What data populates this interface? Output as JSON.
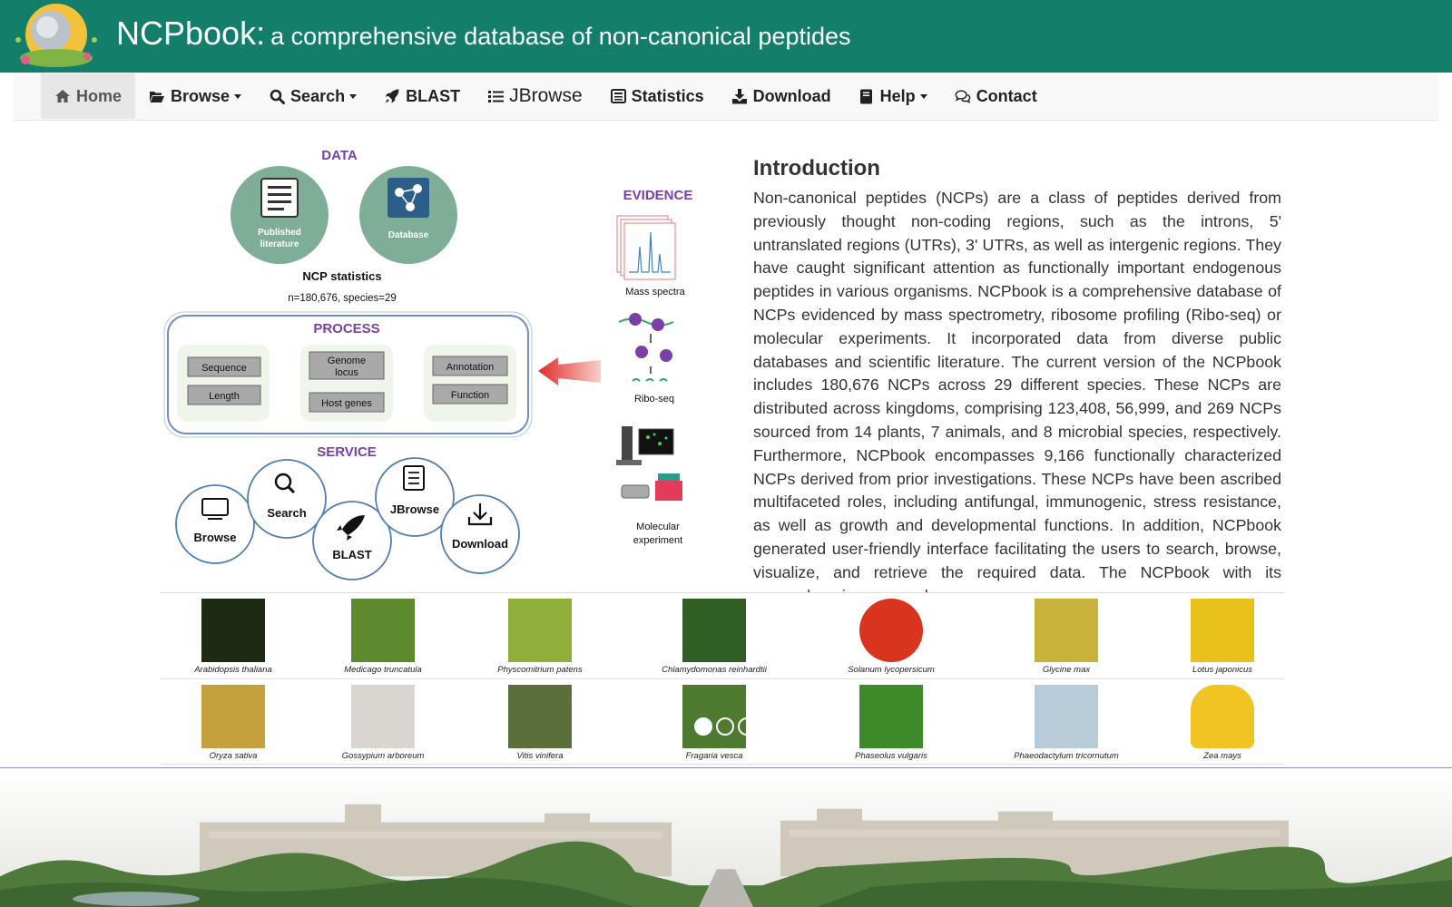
{
  "header": {
    "brand": "NCPbook:",
    "tagline": "a comprehensive database of non-canonical peptides"
  },
  "nav": {
    "items": [
      {
        "label": "Home",
        "icon": "home-icon",
        "active": true,
        "dropdown": false
      },
      {
        "label": "Browse",
        "icon": "folder-open-icon",
        "dropdown": true
      },
      {
        "label": "Search",
        "icon": "search-icon",
        "dropdown": true
      },
      {
        "label": "BLAST",
        "icon": "rocket-icon",
        "dropdown": false
      },
      {
        "label": "JBrowse",
        "icon": "list-icon",
        "dropdown": false
      },
      {
        "label": "Statistics",
        "icon": "newspaper-icon",
        "dropdown": false
      },
      {
        "label": "Download",
        "icon": "download-icon",
        "dropdown": false
      },
      {
        "label": "Help",
        "icon": "book-icon",
        "dropdown": true
      },
      {
        "label": "Contact",
        "icon": "comments-icon",
        "dropdown": false
      }
    ]
  },
  "figure": {
    "data_title": "DATA",
    "published": [
      "Published",
      "literature"
    ],
    "database": "Database",
    "stats_title": "NCP statistics",
    "stats_value": "n=180,676, species=29",
    "process_title": "PROCESS",
    "process_boxes": [
      "Sequence",
      "Length",
      "Genome",
      "locus",
      "Host genes",
      "Annotation",
      "Function"
    ],
    "evidence_title": "EVIDENCE",
    "mass_spectra": "Mass spectra",
    "ribo_seq": "Ribo-seq",
    "molecular": [
      "Molecular",
      "experiment"
    ],
    "service_title": "SERVICE",
    "services": [
      "Browse",
      "Search",
      "BLAST",
      "JBrowse",
      "Download"
    ]
  },
  "intro": {
    "title": "Introduction",
    "text": "Non-canonical peptides (NCPs) are a class of peptides derived from previously thought non-coding regions, such as the introns, 5' untranslated regions (UTRs), 3' UTRs, as well as intergenic regions. They have caught significant attention as functionally important endogenous peptides in various organisms. NCPbook is a comprehensive database of NCPs evidenced by mass spectrometry, ribosome profiling (Ribo-seq) or molecular experiments. It incorporated data from diverse public databases and scientific literature. The current version of the NCPbook includes 180,676 NCPs across 29 different species. These NCPs are distributed across kingdoms, comprising 123,408, 56,999, and 269 NCPs sourced from 14 plants, 7 animals, and 8 microbial species, respectively. Furthermore, NCPbook encompasses 9,166 functionally characterized NCPs derived from prior investigations. These NCPs have been ascribed multifaceted roles, including antifungal, immunogenic, stress resistance, as well as growth and developmental functions. In addition, NCPbook generated user-friendly interface facilitating the users to search, browse, visualize, and retrieve the required data. The NCPbook with its comprehensiveness and user-"
  },
  "species": {
    "row1": [
      {
        "name": "Arabidopsis thaliana",
        "color": "#1d2b14"
      },
      {
        "name": "Medicago truncatula",
        "color": "#5d8a2e"
      },
      {
        "name": "Physcomitrium patens",
        "color": "#8fae3a"
      },
      {
        "name": "Chlamydomonas reinhardtii",
        "color": "#2f5f25"
      },
      {
        "name": "Solanum lycopersicum",
        "color": "#d8341e"
      },
      {
        "name": "Glycine max",
        "color": "#c9b23a"
      },
      {
        "name": "Lotus japonicus",
        "color": "#e8c21a"
      }
    ],
    "row2": [
      {
        "name": "Oryza sativa",
        "color": "#c7a03e"
      },
      {
        "name": "Gossypium arboreum",
        "color": "#d9d6d2"
      },
      {
        "name": "Vitis vinifera",
        "color": "#5b6f3a"
      },
      {
        "name": "Fragaria vesca",
        "color": "#4e7a30"
      },
      {
        "name": "Phaseolus vulgaris",
        "color": "#3e8a2a"
      },
      {
        "name": "Phaeodactylum tricornutum",
        "color": "#b8cbd8"
      },
      {
        "name": "Zea mays",
        "color": "#f2c423"
      }
    ]
  },
  "theme": {
    "header_bg": "#137e69",
    "figure_green": "#7fae98",
    "figure_purple": "#7a3fa8"
  }
}
